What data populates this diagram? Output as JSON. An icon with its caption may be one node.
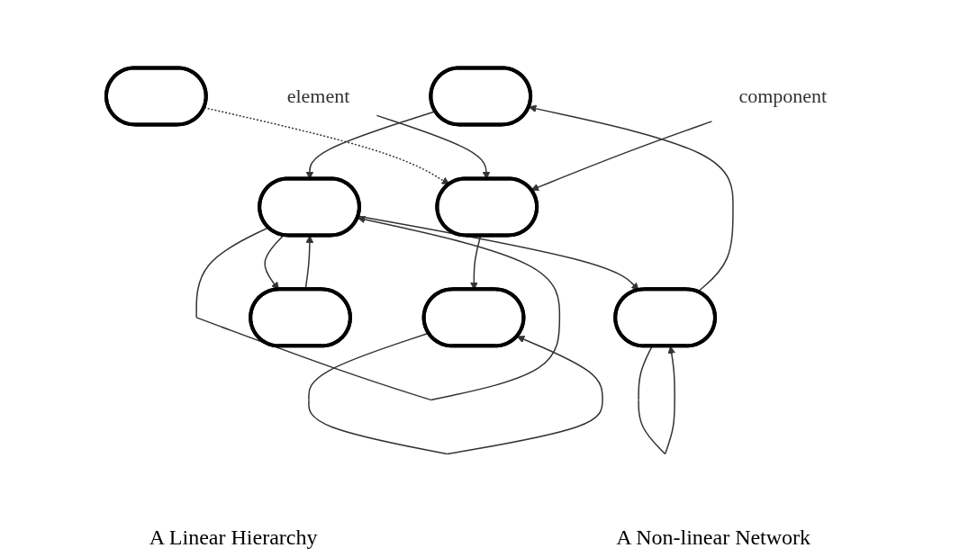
{
  "diagram": {
    "nodes": [
      {
        "text": [],
        "shape": "ellipse"
      },
      {
        "text": [],
        "shape": "ellipse"
      },
      {
        "text": [],
        "shape": "ellipse"
      },
      {
        "text": [
          "element"
        ]
      },
      {
        "text": [
          "component"
        ]
      },
      {
        "text": [],
        "shape": "ellipse"
      },
      {
        "text": [],
        "shape": "ellipse"
      },
      {
        "text": [],
        "shape": "ellipse"
      },
      {
        "text": [],
        "shape": "ellipse"
      }
    ],
    "edges": [
      {
        "from": 0,
        "to": 1,
        "arrow": "to",
        "style": "dashed"
      },
      {
        "from": 1,
        "to": 2,
        "arrow": "to"
      },
      {
        "from": 2,
        "to": 2,
        "arrow": "to"
      },
      {
        "from": 3,
        "to": 1,
        "arrow": "to"
      },
      {
        "from": 4,
        "to": 1,
        "arrow": "to"
      },
      {
        "from": 5,
        "to": 6,
        "arrow": "to"
      },
      {
        "from": 6,
        "to": 8,
        "arrow": "to"
      },
      {
        "from": 8,
        "to": 5,
        "arrow": "to"
      },
      {
        "from": 6,
        "to": 6,
        "arrow": "to"
      },
      {
        "from": 6,
        "to": 7,
        "arrow": "to"
      },
      {
        "from": 7,
        "to": 6,
        "arrow": "to"
      },
      {
        "from": 8,
        "to": 8,
        "arrow": "to"
      }
    ],
    "labels": [
      "A Linear Hierarchy",
      "A Non-linear Network"
    ]
  }
}
